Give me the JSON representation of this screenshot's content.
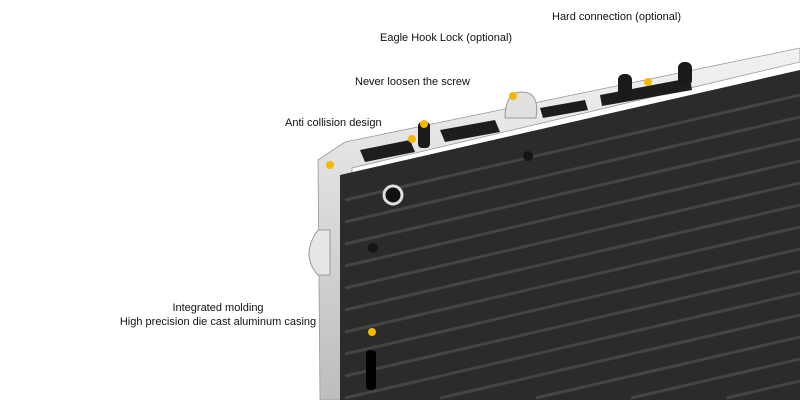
{
  "labels": {
    "hard_connection": "Hard connection (optional)",
    "eagle_hook": "Eagle Hook Lock (optional)",
    "never_loosen": "Never loosen the screw",
    "anti_collision": "Anti collision design",
    "integrated_molding": "Integrated molding",
    "die_cast": "High precision die cast aluminum casing"
  },
  "colors": {
    "marker": "#f5b800",
    "casing": "#2a2a2a",
    "frame": "#d8d8d8"
  }
}
